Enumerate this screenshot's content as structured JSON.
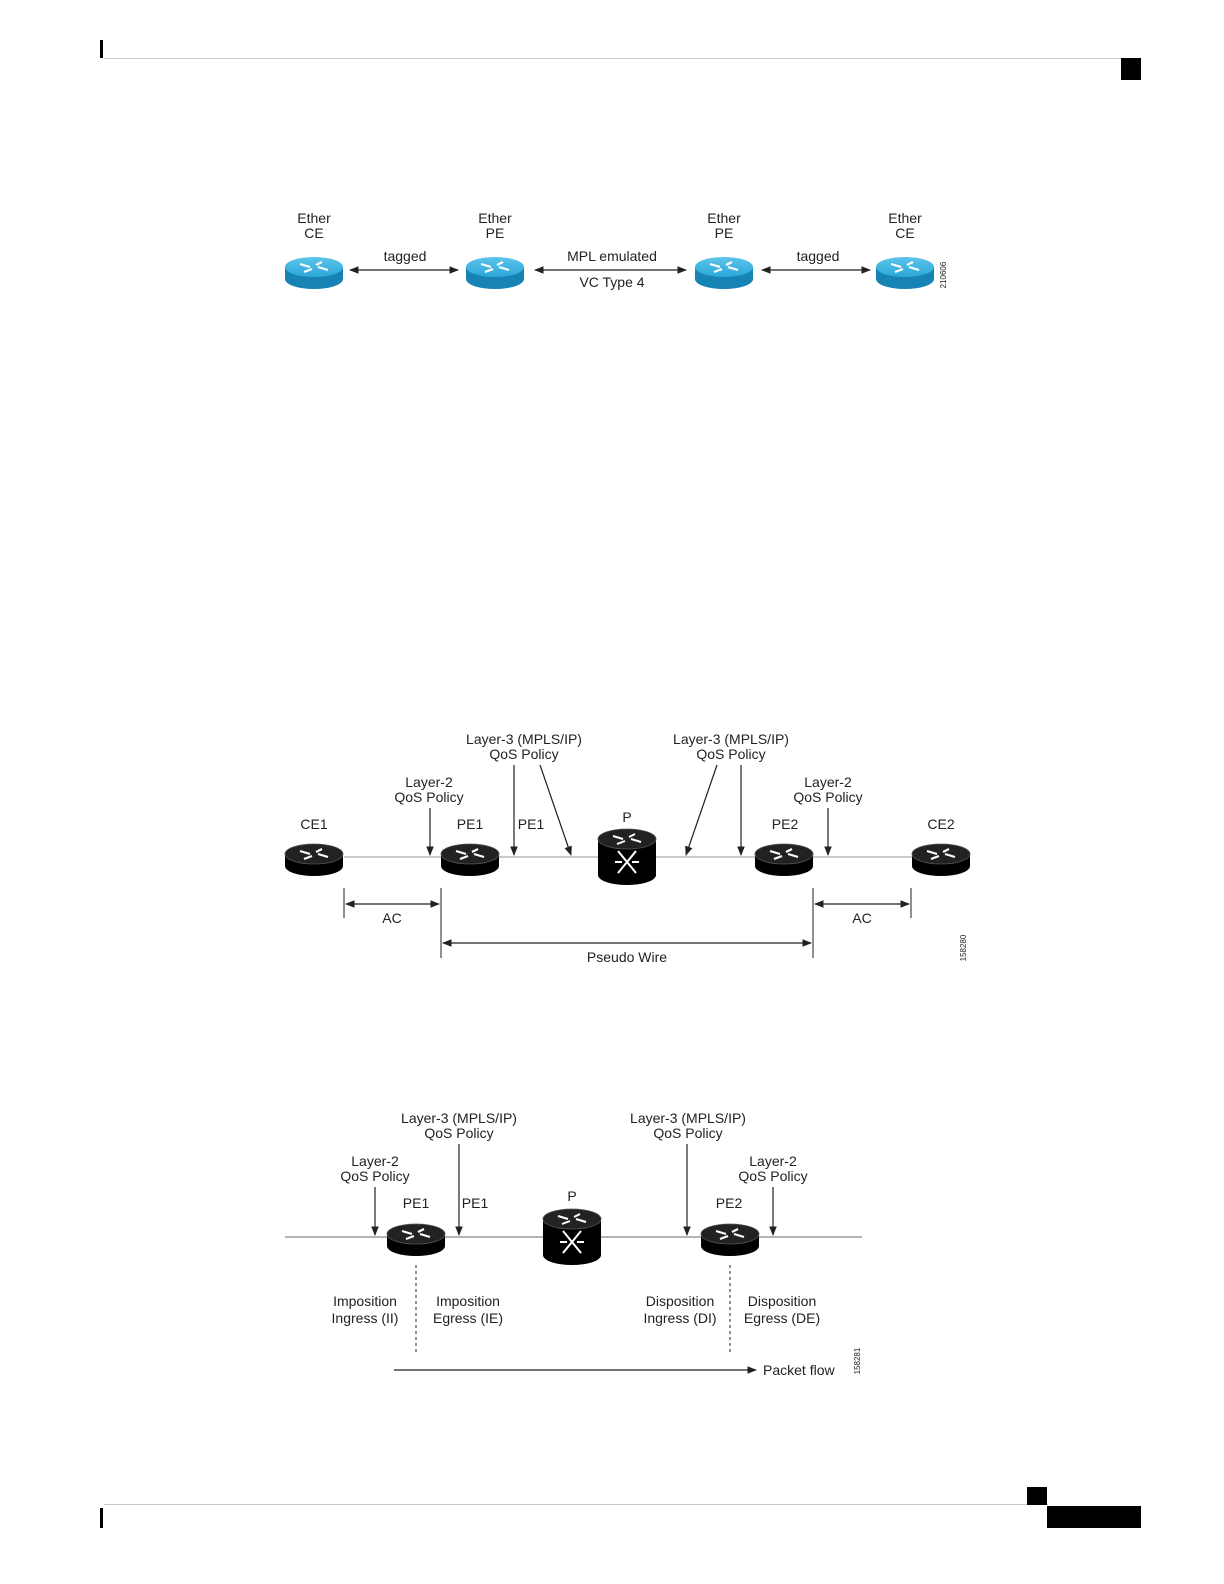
{
  "colors": {
    "router_blue": "#2aa7d9",
    "router_blue_dark": "#1683b4",
    "router_black": "#111111",
    "line": "#222222",
    "rule": "#c8c8c8"
  },
  "figure1": {
    "nodes": [
      {
        "line1": "Ether",
        "line2": "CE"
      },
      {
        "line1": "Ether",
        "line2": "PE"
      },
      {
        "line1": "Ether",
        "line2": "PE"
      },
      {
        "line1": "Ether",
        "line2": "CE"
      }
    ],
    "link_left": "tagged",
    "link_middle_top": "MPL emulated",
    "link_middle_bottom": "VC Type 4",
    "link_right": "tagged",
    "figure_id": "210606"
  },
  "figure2": {
    "ce1": "CE1",
    "pe1": "PE1",
    "pe1_b": "PE1",
    "p": "P",
    "pe2": "PE2",
    "ce2": "CE2",
    "l3_left_line1": "Layer-3 (MPLS/IP)",
    "l3_left_line2": "QoS Policy",
    "l3_right_line1": "Layer-3 (MPLS/IP)",
    "l3_right_line2": "QoS Policy",
    "l2_left_line1": "Layer-2",
    "l2_left_line2": "QoS Policy",
    "l2_right_line1": "Layer-2",
    "l2_right_line2": "QoS Policy",
    "ac_left": "AC",
    "ac_right": "AC",
    "pseudo_wire": "Pseudo Wire",
    "figure_id": "158280"
  },
  "figure3": {
    "pe1": "PE1",
    "pe1_b": "PE1",
    "p": "P",
    "pe2": "PE2",
    "l3_left_line1": "Layer-3 (MPLS/IP)",
    "l3_left_line2": "QoS Policy",
    "l3_right_line1": "Layer-3 (MPLS/IP)",
    "l3_right_line2": "QoS Policy",
    "l2_left_line1": "Layer-2",
    "l2_left_line2": "QoS Policy",
    "l2_right_line1": "Layer-2",
    "l2_right_line2": "QoS Policy",
    "imp_ingress_line1": "Imposition",
    "imp_ingress_line2": "Ingress (II)",
    "imp_egress_line1": "Imposition",
    "imp_egress_line2": "Egress (IE)",
    "disp_ingress_line1": "Disposition",
    "disp_ingress_line2": "Ingress (DI)",
    "disp_egress_line1": "Disposition",
    "disp_egress_line2": "Egress (DE)",
    "packet_flow": "Packet flow",
    "figure_id": "158281"
  }
}
